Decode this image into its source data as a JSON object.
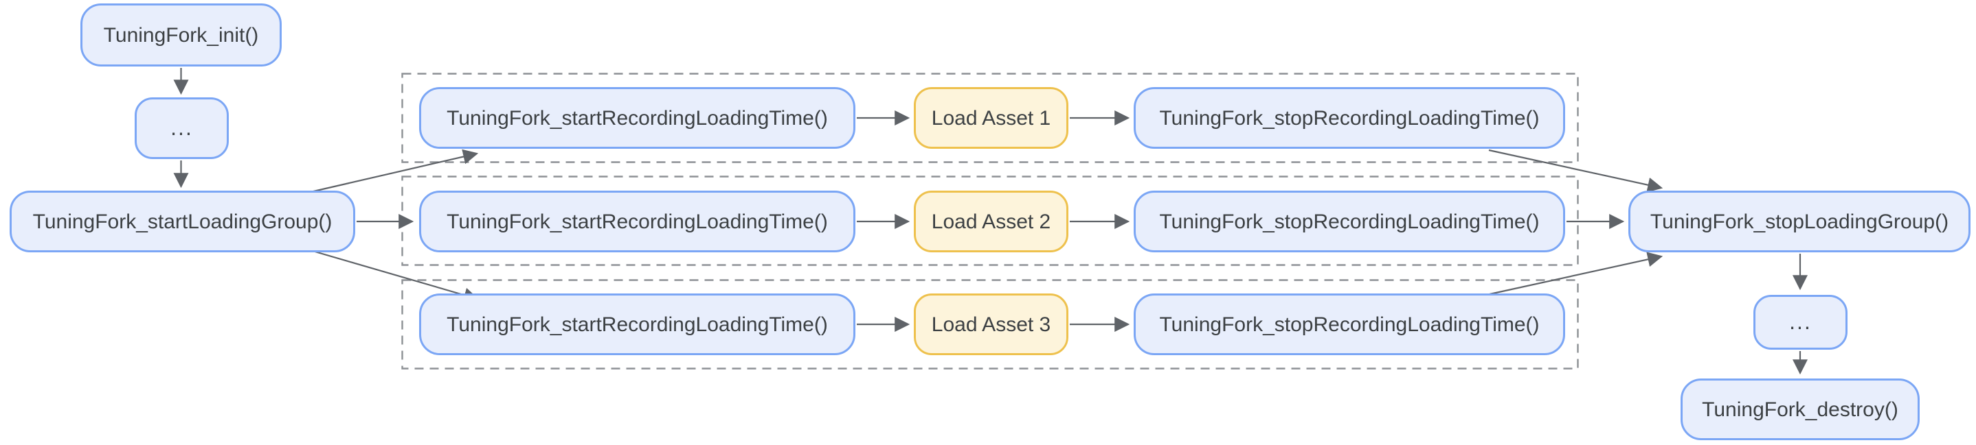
{
  "colors": {
    "background": "#FFFFFF",
    "blue_fill": "#E8EEFC",
    "blue_border": "#7BA6F5",
    "yellow_fill": "#FDF4DB",
    "yellow_border": "#EEC14D",
    "arrow": "#5F6368",
    "dashed_border": "#8D9195",
    "text": "#3C4043"
  },
  "nodes": {
    "init": "TuningFork_init()",
    "ellipsis_top": "...",
    "start_loading_group": "TuningFork_startLoadingGroup()",
    "stop_loading_group": "TuningFork_stopLoadingGroup()",
    "ellipsis_bottom": "...",
    "destroy": "TuningFork_destroy()"
  },
  "rows": [
    {
      "start": "TuningFork_startRecordingLoadingTime()",
      "asset": "Load Asset 1",
      "stop": "TuningFork_stopRecordingLoadingTime()"
    },
    {
      "start": "TuningFork_startRecordingLoadingTime()",
      "asset": "Load Asset 2",
      "stop": "TuningFork_stopRecordingLoadingTime()"
    },
    {
      "start": "TuningFork_startRecordingLoadingTime()",
      "asset": "Load Asset 3",
      "stop": "TuningFork_stopRecordingLoadingTime()"
    }
  ]
}
